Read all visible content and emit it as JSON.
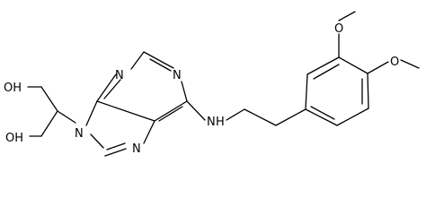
{
  "molecule": {
    "atom_labels": {
      "n1": "N",
      "n3": "N",
      "n7": "N",
      "n9": "N",
      "nh_n": "N",
      "nh_h": "H",
      "oh_top": "OH",
      "oh_bottom": "OH",
      "o_meo_top": "O",
      "o_meo_right": "O"
    }
  },
  "colors": {
    "bond": "#000000",
    "label": "#000000",
    "background": "#ffffff"
  }
}
